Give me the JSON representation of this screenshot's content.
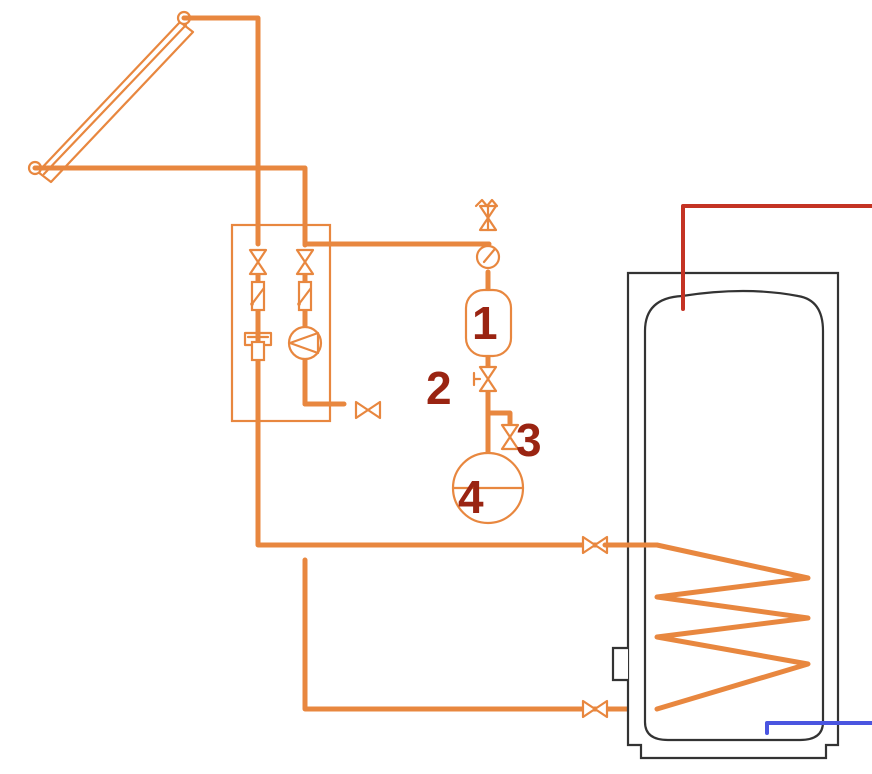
{
  "colors": {
    "pipe": "#e8873f",
    "tank": "#333333",
    "hot": "#c43324",
    "cold": "#4a55e0",
    "label": "#9a2412"
  },
  "labels": {
    "c1": "1",
    "c2": "2",
    "c3": "3",
    "c4": "4"
  }
}
